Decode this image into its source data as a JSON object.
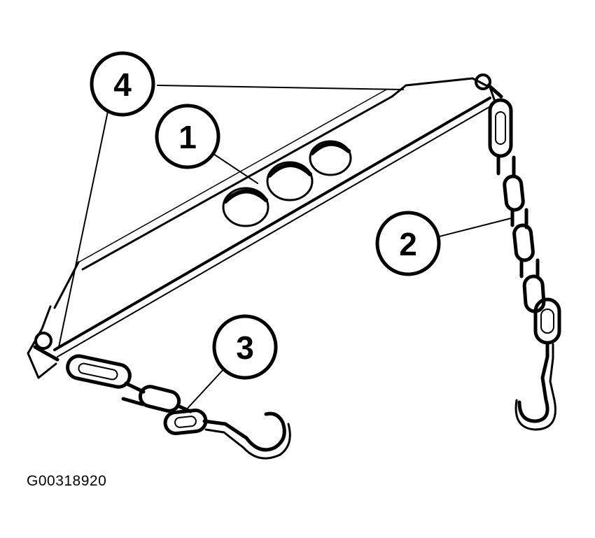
{
  "callouts": [
    {
      "id": "1",
      "label": "1"
    },
    {
      "id": "2",
      "label": "2"
    },
    {
      "id": "3",
      "label": "3"
    },
    {
      "id": "4",
      "label": "4"
    }
  ],
  "figure_id": "G00318920",
  "colors": {
    "ink": "#000000",
    "paper": "#ffffff"
  }
}
